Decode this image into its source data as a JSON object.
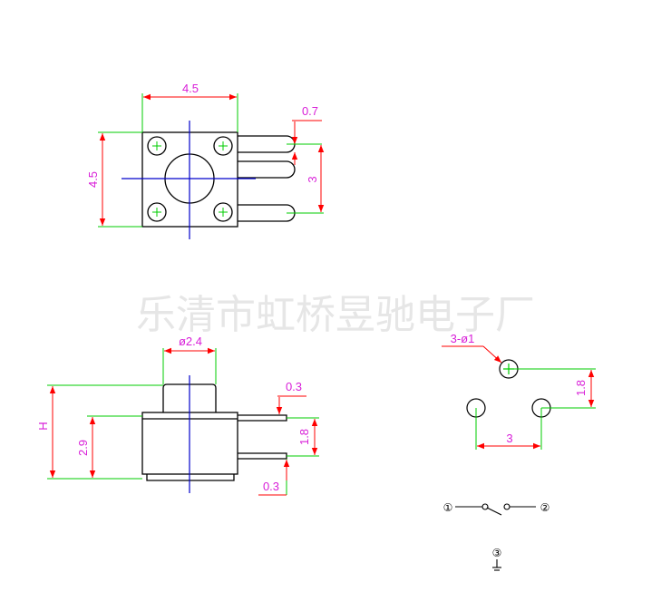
{
  "watermark": "乐清市虹桥昱驰电子厂",
  "top_view": {
    "width_label": "4.5",
    "height_label": "4.5",
    "pin_dia_label": "0.7",
    "pitch_label": "3"
  },
  "side_view": {
    "cap_dia_label": "ø2.4",
    "height_label": "H",
    "body_height_label": "2.9",
    "pin_thk_top_label": "0.3",
    "pin_pitch_label": "1.8",
    "pin_thk_bottom_label": "0.3"
  },
  "footprint": {
    "holes_label": "3-ø1",
    "vertical_label": "1.8",
    "horizontal_label": "3"
  },
  "schematic": {
    "pin1": "①",
    "pin2": "②",
    "pin3": "③"
  },
  "colors": {
    "outline": "#000000",
    "dimension_line": "#00cc00",
    "arrow": "#ff0000",
    "label": "#d81ed8",
    "centerline": "#0000cc",
    "watermark": "#e6e6e6"
  }
}
